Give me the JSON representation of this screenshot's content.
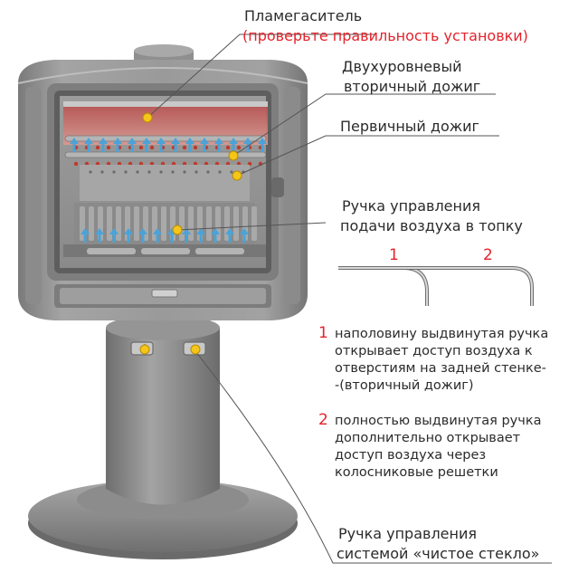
{
  "labels": {
    "flame_arrester": "Пламегаситель",
    "flame_arrester_note": "(проверьте правильность установки)",
    "secondary_line1": "Двухуровневый",
    "secondary_line2": "вторичный дожиг",
    "primary": "Первичный дожиг",
    "air_handle_line1": "Ручка управления",
    "air_handle_line2": "подачи воздуха в топку",
    "clean_glass_line1": "Ручка управления",
    "clean_glass_line2": "системой «чистое стекло»"
  },
  "handle_positions": {
    "pos1": "1",
    "pos2": "2"
  },
  "notes": [
    {
      "num": "1",
      "lines": [
        "наполовину выдвинутая ручка",
        "открывает доступ воздуха к",
        "отверстиям на задней стенке-",
        "-(вторичный дожиг)"
      ]
    },
    {
      "num": "2",
      "lines": [
        "полностью выдвинутая ручка",
        "дополнительно открывает",
        "доступ воздуха через",
        "колосниковые решетки"
      ]
    }
  ],
  "colors": {
    "accent_red": "#e4232b",
    "marker_yellow": "#f5c518",
    "air_arrow_blue": "#4aa3d8",
    "stove_grey": "#8d8d8d"
  }
}
